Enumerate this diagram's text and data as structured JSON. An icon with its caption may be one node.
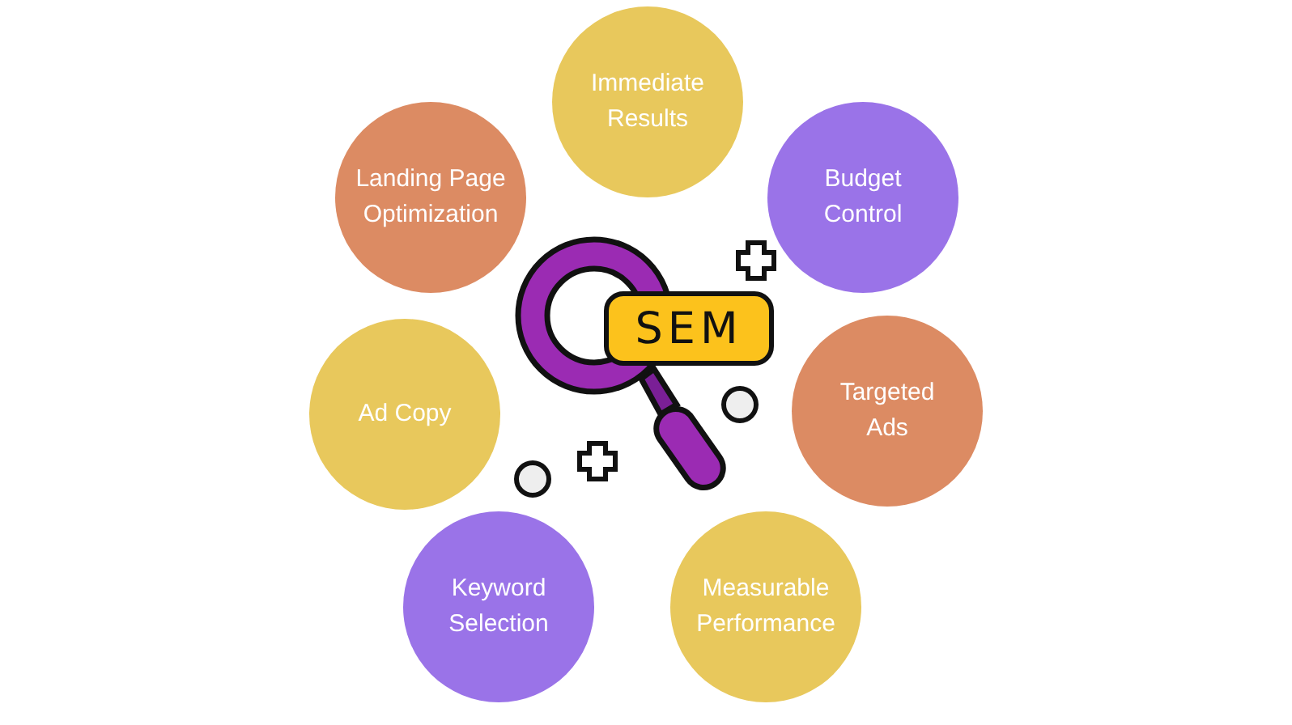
{
  "diagram": {
    "nodes": [
      {
        "text": [
          "Immediate Results"
        ]
      },
      {
        "text": [
          "Landing Page Optimization"
        ]
      },
      {
        "text": [
          "Budget Control"
        ]
      },
      {
        "text": [
          "SEM"
        ]
      },
      {
        "text": [
          "Ad Copy"
        ]
      },
      {
        "text": [
          "Targeted Ads"
        ]
      },
      {
        "text": [
          "Keyword Selection"
        ]
      },
      {
        "text": [
          "Measurable Performance"
        ]
      }
    ]
  }
}
